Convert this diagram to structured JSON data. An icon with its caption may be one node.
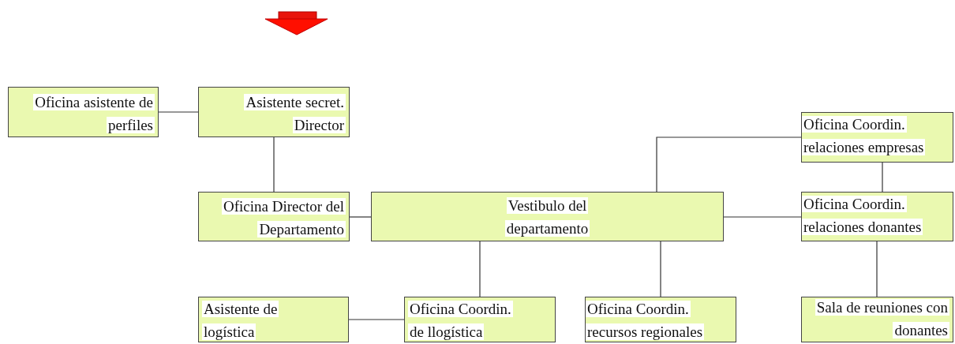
{
  "diagram": {
    "nodes": [
      {
        "text": [
          "Oficina asistente de perfiles"
        ]
      },
      {
        "text": [
          "Asistente secret. Director"
        ]
      },
      {
        "text": [
          "Oficina Director del Departamento"
        ]
      },
      {
        "text": [
          "Vestibulo del departamento"
        ]
      },
      {
        "text": [
          "Oficina Coordin. relaciones empresas"
        ]
      },
      {
        "text": [
          "Oficina Coordin. relaciones donantes"
        ]
      },
      {
        "text": [
          "Asistente de logística"
        ]
      },
      {
        "text": [
          "Oficina Coordin. de llogística"
        ]
      },
      {
        "text": [
          "Oficina Coordin. recursos regionales"
        ]
      },
      {
        "text": [
          "Sala de reuniones con donantes"
        ]
      }
    ],
    "edges": [
      {
        "from": 0,
        "to": 1,
        "arrow": "none"
      },
      {
        "from": 1,
        "to": 2,
        "arrow": "none"
      },
      {
        "from": 2,
        "to": 3,
        "arrow": "none"
      },
      {
        "from": 3,
        "to": 4,
        "arrow": "none"
      },
      {
        "from": 4,
        "to": 5,
        "arrow": "none"
      },
      {
        "from": 3,
        "to": 5,
        "arrow": "none"
      },
      {
        "from": 3,
        "to": 7,
        "arrow": "none"
      },
      {
        "from": 3,
        "to": 8,
        "arrow": "none"
      },
      {
        "from": 5,
        "to": 9,
        "arrow": "none"
      },
      {
        "from": 6,
        "to": 7,
        "arrow": "none"
      }
    ]
  }
}
